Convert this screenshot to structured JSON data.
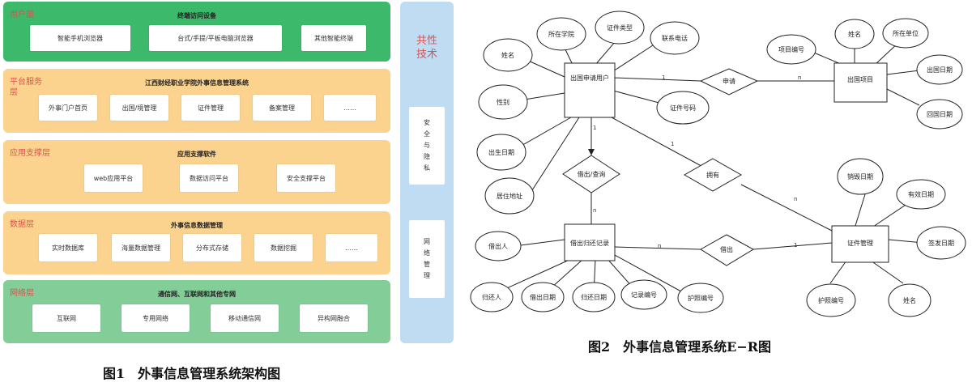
{
  "architecture": {
    "layers": [
      {
        "name": "用户层",
        "title": "终端访问设备",
        "boxes": [
          "智能手机浏览器",
          "台式/手提/平板电脑浏览器",
          "其他智能终端"
        ]
      },
      {
        "name": "平台服务层",
        "title": "江西财经职业学院外事信息管理系统",
        "boxes": [
          "外事门户首页",
          "出国/境管理",
          "证件管理",
          "备案管理",
          "……"
        ]
      },
      {
        "name": "应用支撑层",
        "title": "应用支撑软件",
        "boxes": [
          "web应用平台",
          "数据访问平台",
          "安全支撑平台"
        ]
      },
      {
        "name": "数据层",
        "title": "外事信息数据管理",
        "boxes": [
          "实时数据库",
          "海量数据管理",
          "分布式存储",
          "数据挖掘",
          "……"
        ]
      },
      {
        "name": "网络层",
        "title": "通信网、互联网和其他专网",
        "boxes": [
          "互联网",
          "专用网络",
          "移动通信网",
          "异构网融合"
        ]
      }
    ],
    "side": {
      "title": "共性技术",
      "boxes": [
        "安全与隐私",
        "网络管理"
      ]
    },
    "colors": {
      "user": "#3cb96a",
      "mid": "#fbd38f",
      "network": "#82cd98",
      "side": "#bfdcf3",
      "label": "#d9534f"
    },
    "caption": "图1　外事信息管理系统架构图"
  },
  "er": {
    "entities": {
      "applicant": "出国申请用户",
      "project": "出国项目",
      "record": "借出归还记录",
      "certificate": "证件管理"
    },
    "relationships": {
      "apply": "申请",
      "borrow_query": "借出/查询",
      "own": "拥有",
      "lend": "借出"
    },
    "attributes": {
      "name": "姓名",
      "college": "所在学院",
      "cert_type": "证件类型",
      "phone": "联系电话",
      "gender": "性别",
      "cert_no": "证件号码",
      "birth": "出生日期",
      "address": "居住地址",
      "proj_no": "项目编号",
      "proj_name": "姓名",
      "unit": "所在单位",
      "exit_date": "出国日期",
      "return_date": "回国日期",
      "lender": "借出人",
      "returner": "归还人",
      "lend_date": "借出日期",
      "back_date": "归还日期",
      "record_no": "记录编号",
      "rec_passport": "护照编号",
      "destroy_date": "销毁日期",
      "valid_date": "有效日期",
      "issue_date": "签发日期",
      "passport_no": "护照编号",
      "cert_name": "姓名"
    },
    "cardinality": {
      "one": "1",
      "n": "n"
    },
    "caption": "图2　外事信息管理系统E−R图"
  }
}
